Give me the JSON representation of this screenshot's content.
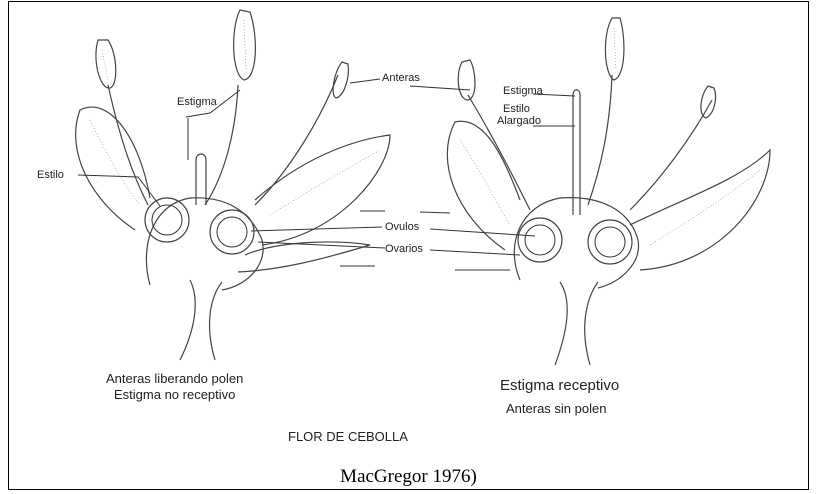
{
  "labels": {
    "left_stigma": "Estigma",
    "left_style": "Estilo",
    "anthers": "Anteras",
    "ovules": "Ovulos",
    "ovaries": "Ovarios",
    "right_stigma": "Estigma",
    "right_style_line1": "Estilo",
    "right_style_line2": "Alargado"
  },
  "left_caption": {
    "line1": "Anteras liberando polen",
    "line2": "Estigma no receptivo"
  },
  "right_caption": {
    "line1": "Estigma receptivo",
    "line2": "Anteras sin polen"
  },
  "figure_title": "FLOR DE CEBOLLA",
  "source_caption": "MacGregor 1976)"
}
